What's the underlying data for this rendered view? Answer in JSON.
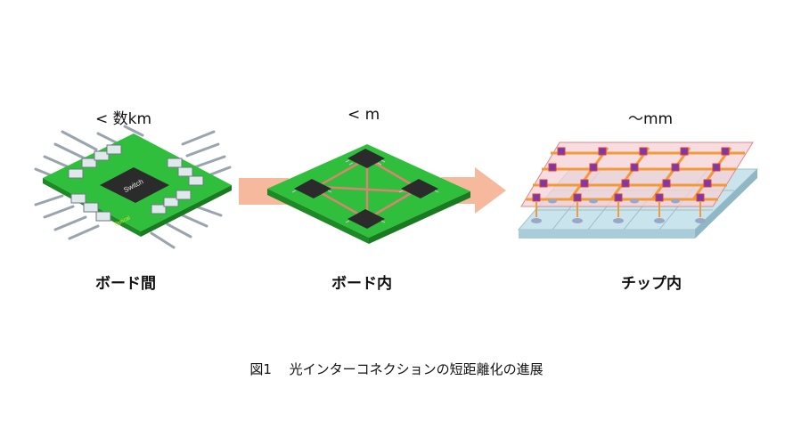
{
  "panels": [
    {
      "distance": "<  数km",
      "name": "ボード間",
      "chip_label": "Switch",
      "connector_label": "Optical"
    },
    {
      "distance": "< m",
      "name": "ボード内"
    },
    {
      "distance": "〜mm",
      "name": "チップ内"
    }
  ],
  "caption": "図1　 光インターコネクションの短距離化の進展",
  "colors": {
    "board_green": "#2fbf3c",
    "board_edge": "#1d8a26",
    "arrow": "#f7b99d",
    "chip": "#2b2b2b",
    "wafer": "#c9e4ec"
  }
}
